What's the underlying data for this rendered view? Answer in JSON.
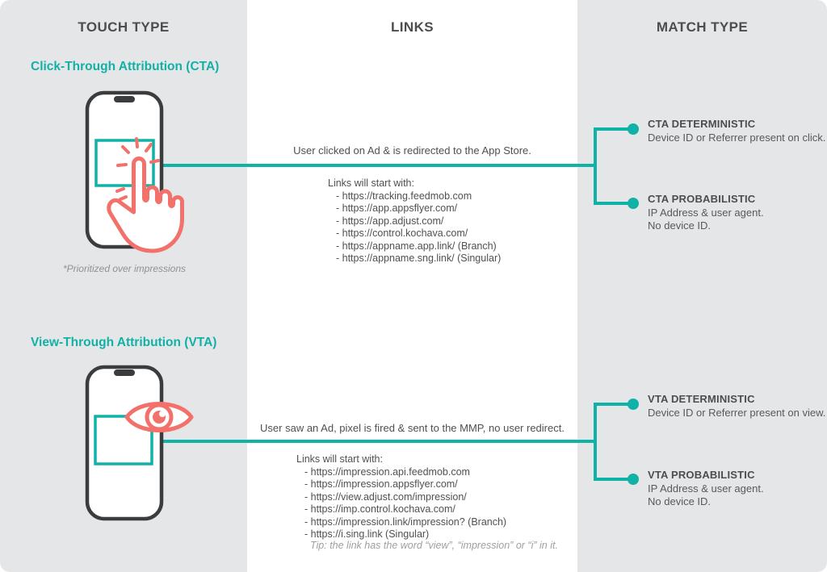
{
  "columns": {
    "touch_type": "TOUCH TYPE",
    "links": "LINKS",
    "match_type": "MATCH TYPE"
  },
  "cta": {
    "title": "Click-Through Attribution (CTA)",
    "note": "*Prioritized over impressions",
    "description": "User clicked on Ad & is redirected to the App Store.",
    "links_intro": "Links will start with:",
    "links": [
      "- https://tracking.feedmob.com",
      "- https://app.appsflyer.com/",
      "- https://app.adjust.com/",
      "- https://control.kochava.com/",
      "- https://appname.app.link/ (Branch)",
      "- https://appname.sng.link/ (Singular)"
    ],
    "match_types": [
      {
        "title": "CTA DETERMINISTIC",
        "line1": "Device ID or Referrer present on click."
      },
      {
        "title": "CTA PROBABILISTIC",
        "line1": "IP Address & user agent.",
        "line2": "No device ID."
      }
    ]
  },
  "vta": {
    "title": "View-Through Attribution (VTA)",
    "description": "User saw an Ad, pixel is fired & sent to the MMP, no user redirect.",
    "links_intro": "Links will start with:",
    "links": [
      "- https://impression.api.feedmob.com",
      "- https://impression.appsflyer.com/",
      "- https://view.adjust.com/impression/",
      "- https://imp.control.kochava.com/",
      "- https://impression.link/impression? (Branch)",
      "- https://i.sing.link (Singular)"
    ],
    "tip": "Tip: the link has the word “view”, “impression” or “i” in it.",
    "match_types": [
      {
        "title": "VTA DETERMINISTIC",
        "line1": "Device ID or Referrer present on view."
      },
      {
        "title": "VTA PROBABILISTIC",
        "line1": "IP Address & user agent.",
        "line2": "No device ID."
      }
    ]
  },
  "colors": {
    "accent_teal": "#10b2a7",
    "coral": "#f3716b",
    "panel_gray": "#e5e6e8",
    "heading_gray": "#4d4d4f",
    "body_gray": "#58595b"
  }
}
